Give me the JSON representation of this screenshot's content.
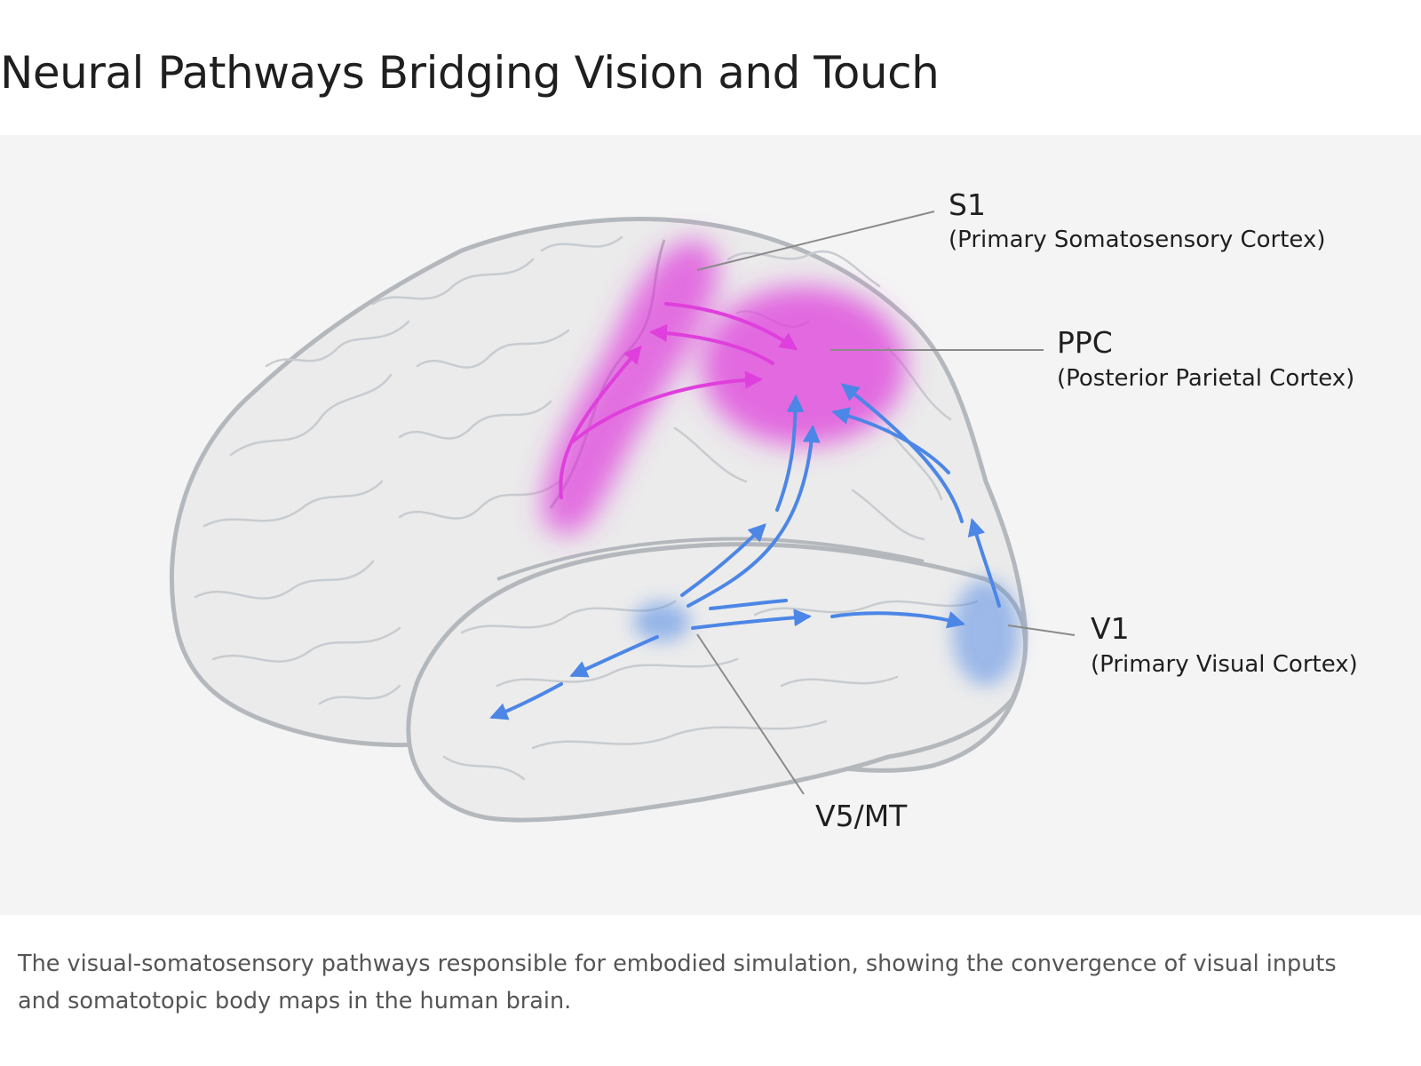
{
  "title": "Neural Pathways Bridging Vision and Touch",
  "caption": "The visual-somatosensory pathways responsible for embodied simulation, showing the convergence of visual inputs and somatotopic body maps in the human brain.",
  "regions": {
    "s1": {
      "name": "S1",
      "full_name": "(Primary Somatosensory Cortex)"
    },
    "ppc": {
      "name": "PPC",
      "full_name": "(Posterior Parietal Cortex)"
    },
    "v1": {
      "name": "V1",
      "full_name": "(Primary Visual Cortex)"
    },
    "v5": {
      "name": "V5/MT"
    }
  },
  "colors": {
    "somatosensory": "#df3fdc",
    "visual": "#4c86e6",
    "brain_fill": "#ebebeb",
    "brain_outline": "#b4b8bd",
    "leader_line": "#8a8a8a",
    "background": "#f4f4f4"
  }
}
